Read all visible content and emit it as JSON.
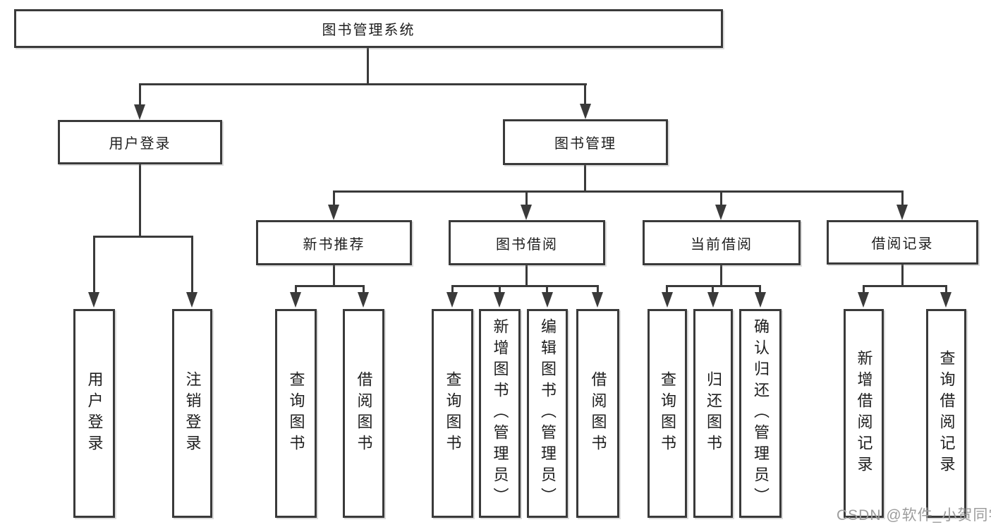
{
  "tree": {
    "root": {
      "label": "图书管理系统"
    },
    "level2": [
      {
        "label": "用户登录"
      },
      {
        "label": "图书管理"
      }
    ],
    "level3": [
      {
        "label": "新书推荐"
      },
      {
        "label": "图书借阅"
      },
      {
        "label": "当前借阅"
      },
      {
        "label": "借阅记录"
      }
    ],
    "leaves": {
      "login": [
        {
          "label": "用户登录"
        },
        {
          "label": "注销登录"
        }
      ],
      "recommend": [
        {
          "label": "查询图书"
        },
        {
          "label": "借阅图书"
        }
      ],
      "borrow": [
        {
          "label": "查询图书"
        },
        {
          "label": "新增图书（管理员）"
        },
        {
          "label": "编辑图书（管理员）"
        },
        {
          "label": "借阅图书"
        }
      ],
      "current": [
        {
          "label": "查询图书"
        },
        {
          "label": "归还图书"
        },
        {
          "label": "确认归还（管理员）"
        }
      ],
      "records": [
        {
          "label": "新增借阅记录"
        },
        {
          "label": "查询借阅记录"
        }
      ]
    }
  },
  "colors": {
    "line": "#3a3a3a",
    "box_background": "#ffffff",
    "text": "#1e1e1e",
    "watermark": "#9c9c9c"
  },
  "watermark": {
    "text": "CSDN @软件_小贺同学"
  }
}
